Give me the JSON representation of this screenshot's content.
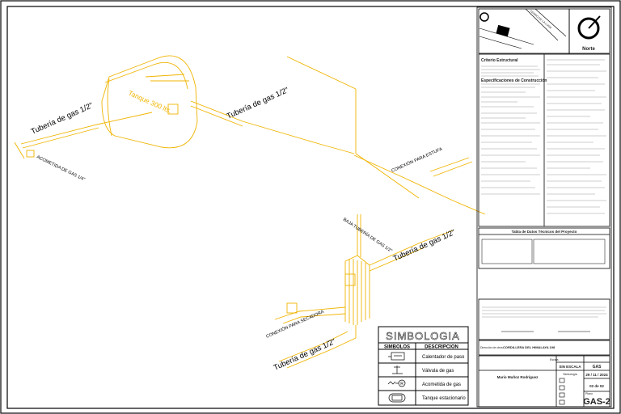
{
  "labels": {
    "tuberia_left": "Tubería de gas 1/2\"",
    "acometida": "ACOMETIDA DE GAS 1/4\"",
    "tanque": "Tanque 300 lts.",
    "tuberia_top": "Tubería de gas 1/2\"",
    "estufa": "CONEXIÓN PARA ESTUFA",
    "baja_tuberia": "BAJA TUBERÍA DE GAS 1/2\"",
    "tuberia_right": "Tubería de gas 1/2\"",
    "secadora": "CONEXIÓN PARA SECADORA",
    "tuberia_bottom": "Tubería de gas 1/2\""
  },
  "legend": {
    "title": "SIMBOLOGIA",
    "col_symbols": "SIMBOLOS",
    "col_desc": "DESCRIPCION",
    "items": [
      {
        "icon": "water-heater-icon",
        "desc": "Calentador de paso"
      },
      {
        "icon": "gas-valve-icon",
        "desc": "Válvula de gas"
      },
      {
        "icon": "gas-connection-icon",
        "desc": "Acometida de gas"
      },
      {
        "icon": "stationary-tank-icon",
        "desc": "Tanque estacionario"
      }
    ]
  },
  "title_block": {
    "north": "Norte",
    "street": "CERRO DE LA LUNA",
    "criterio_title": "Criterio Estructural",
    "spec_title": "Especificaciones de Construcción",
    "tabla_title": "Tabla de Datos Técnicos del Proyecto",
    "address_label": "Dirección de obra:",
    "address": "CORDILLERA DEL HIMALAYA 198",
    "owner": "Mario Muñoz Rodríguez",
    "scale_label": "Escala",
    "scale": "SIN ESCALA",
    "type": "GAS",
    "date": "29 / 11 / 2024",
    "sheet": "02 de 02",
    "code": "GAS-2",
    "simbologia_label": "Simbología",
    "plano_label": "Plano"
  },
  "colors": {
    "pipe": "#f0b400",
    "line": "#000000"
  }
}
